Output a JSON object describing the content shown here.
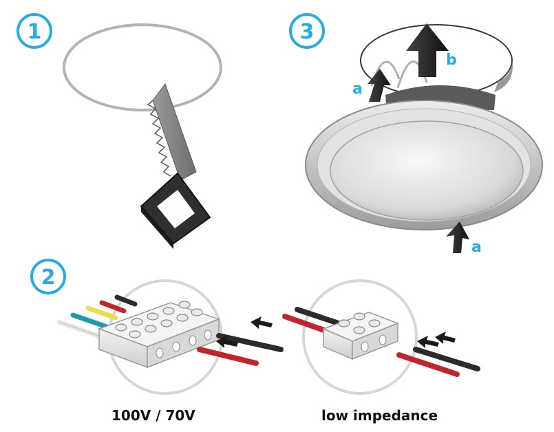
{
  "steps": [
    {
      "number": "1"
    },
    {
      "number": "2"
    },
    {
      "number": "3"
    }
  ],
  "step3_labels": {
    "arrow_a_top": "a",
    "arrow_b": "b",
    "arrow_a_bottom": "a"
  },
  "captions": {
    "left": "100V / 70V",
    "right": "low impedance"
  },
  "colors": {
    "accent": "#29abe2",
    "saw_blade": "#8a8a8a",
    "saw_handle": "#3a3a3a",
    "wire_red": "#c0272d",
    "wire_black": "#2b2b2b",
    "wire_yellow": "#e8e04a",
    "wire_teal": "#1f9aa8",
    "wire_white": "#e6e6e6"
  }
}
